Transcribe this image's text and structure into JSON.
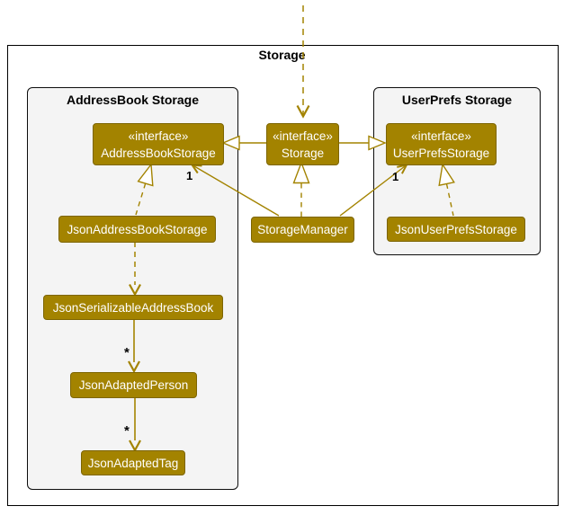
{
  "frame": {
    "title": "Storage"
  },
  "packages": {
    "addressbook": {
      "title": "AddressBook Storage"
    },
    "userprefs": {
      "title": "UserPrefs Storage"
    }
  },
  "classes": {
    "addressBookStorageIface": {
      "stereotype": "«interface»",
      "name": "AddressBookStorage"
    },
    "storageIface": {
      "stereotype": "«interface»",
      "name": "Storage"
    },
    "userPrefsStorageIface": {
      "stereotype": "«interface»",
      "name": "UserPrefsStorage"
    },
    "jsonAddressBookStorage": {
      "name": "JsonAddressBookStorage"
    },
    "storageManager": {
      "name": "StorageManager"
    },
    "jsonUserPrefsStorage": {
      "name": "JsonUserPrefsStorage"
    },
    "jsonSerializableAddressBook": {
      "name": "JsonSerializableAddressBook"
    },
    "jsonAdaptedPerson": {
      "name": "JsonAdaptedPerson"
    },
    "jsonAdaptedTag": {
      "name": "JsonAdaptedTag"
    }
  },
  "labels": {
    "mult_one_addressbook": "1",
    "mult_one_userprefs": "1",
    "mult_star_person": "*",
    "mult_star_tag": "*"
  },
  "relations": [
    {
      "from": "external",
      "to": "Storage",
      "type": "dashed-dependency"
    },
    {
      "from": "Storage",
      "to": "AddressBookStorage",
      "type": "generalization"
    },
    {
      "from": "Storage",
      "to": "UserPrefsStorage",
      "type": "generalization"
    },
    {
      "from": "StorageManager",
      "to": "Storage",
      "type": "realization"
    },
    {
      "from": "StorageManager",
      "to": "AddressBookStorage",
      "type": "association",
      "multiplicity": "1"
    },
    {
      "from": "StorageManager",
      "to": "UserPrefsStorage",
      "type": "association",
      "multiplicity": "1"
    },
    {
      "from": "JsonAddressBookStorage",
      "to": "AddressBookStorage",
      "type": "realization"
    },
    {
      "from": "JsonUserPrefsStorage",
      "to": "UserPrefsStorage",
      "type": "realization"
    },
    {
      "from": "JsonAddressBookStorage",
      "to": "JsonSerializableAddressBook",
      "type": "dashed-dependency"
    },
    {
      "from": "JsonSerializableAddressBook",
      "to": "JsonAdaptedPerson",
      "type": "association",
      "multiplicity": "*"
    },
    {
      "from": "JsonAdaptedPerson",
      "to": "JsonAdaptedTag",
      "type": "association",
      "multiplicity": "*"
    }
  ],
  "colors": {
    "accent_gold": "#A38300",
    "class_text": "#FFFFFF",
    "container_bg": "#F4F4F4",
    "frame_border": "#000000"
  }
}
